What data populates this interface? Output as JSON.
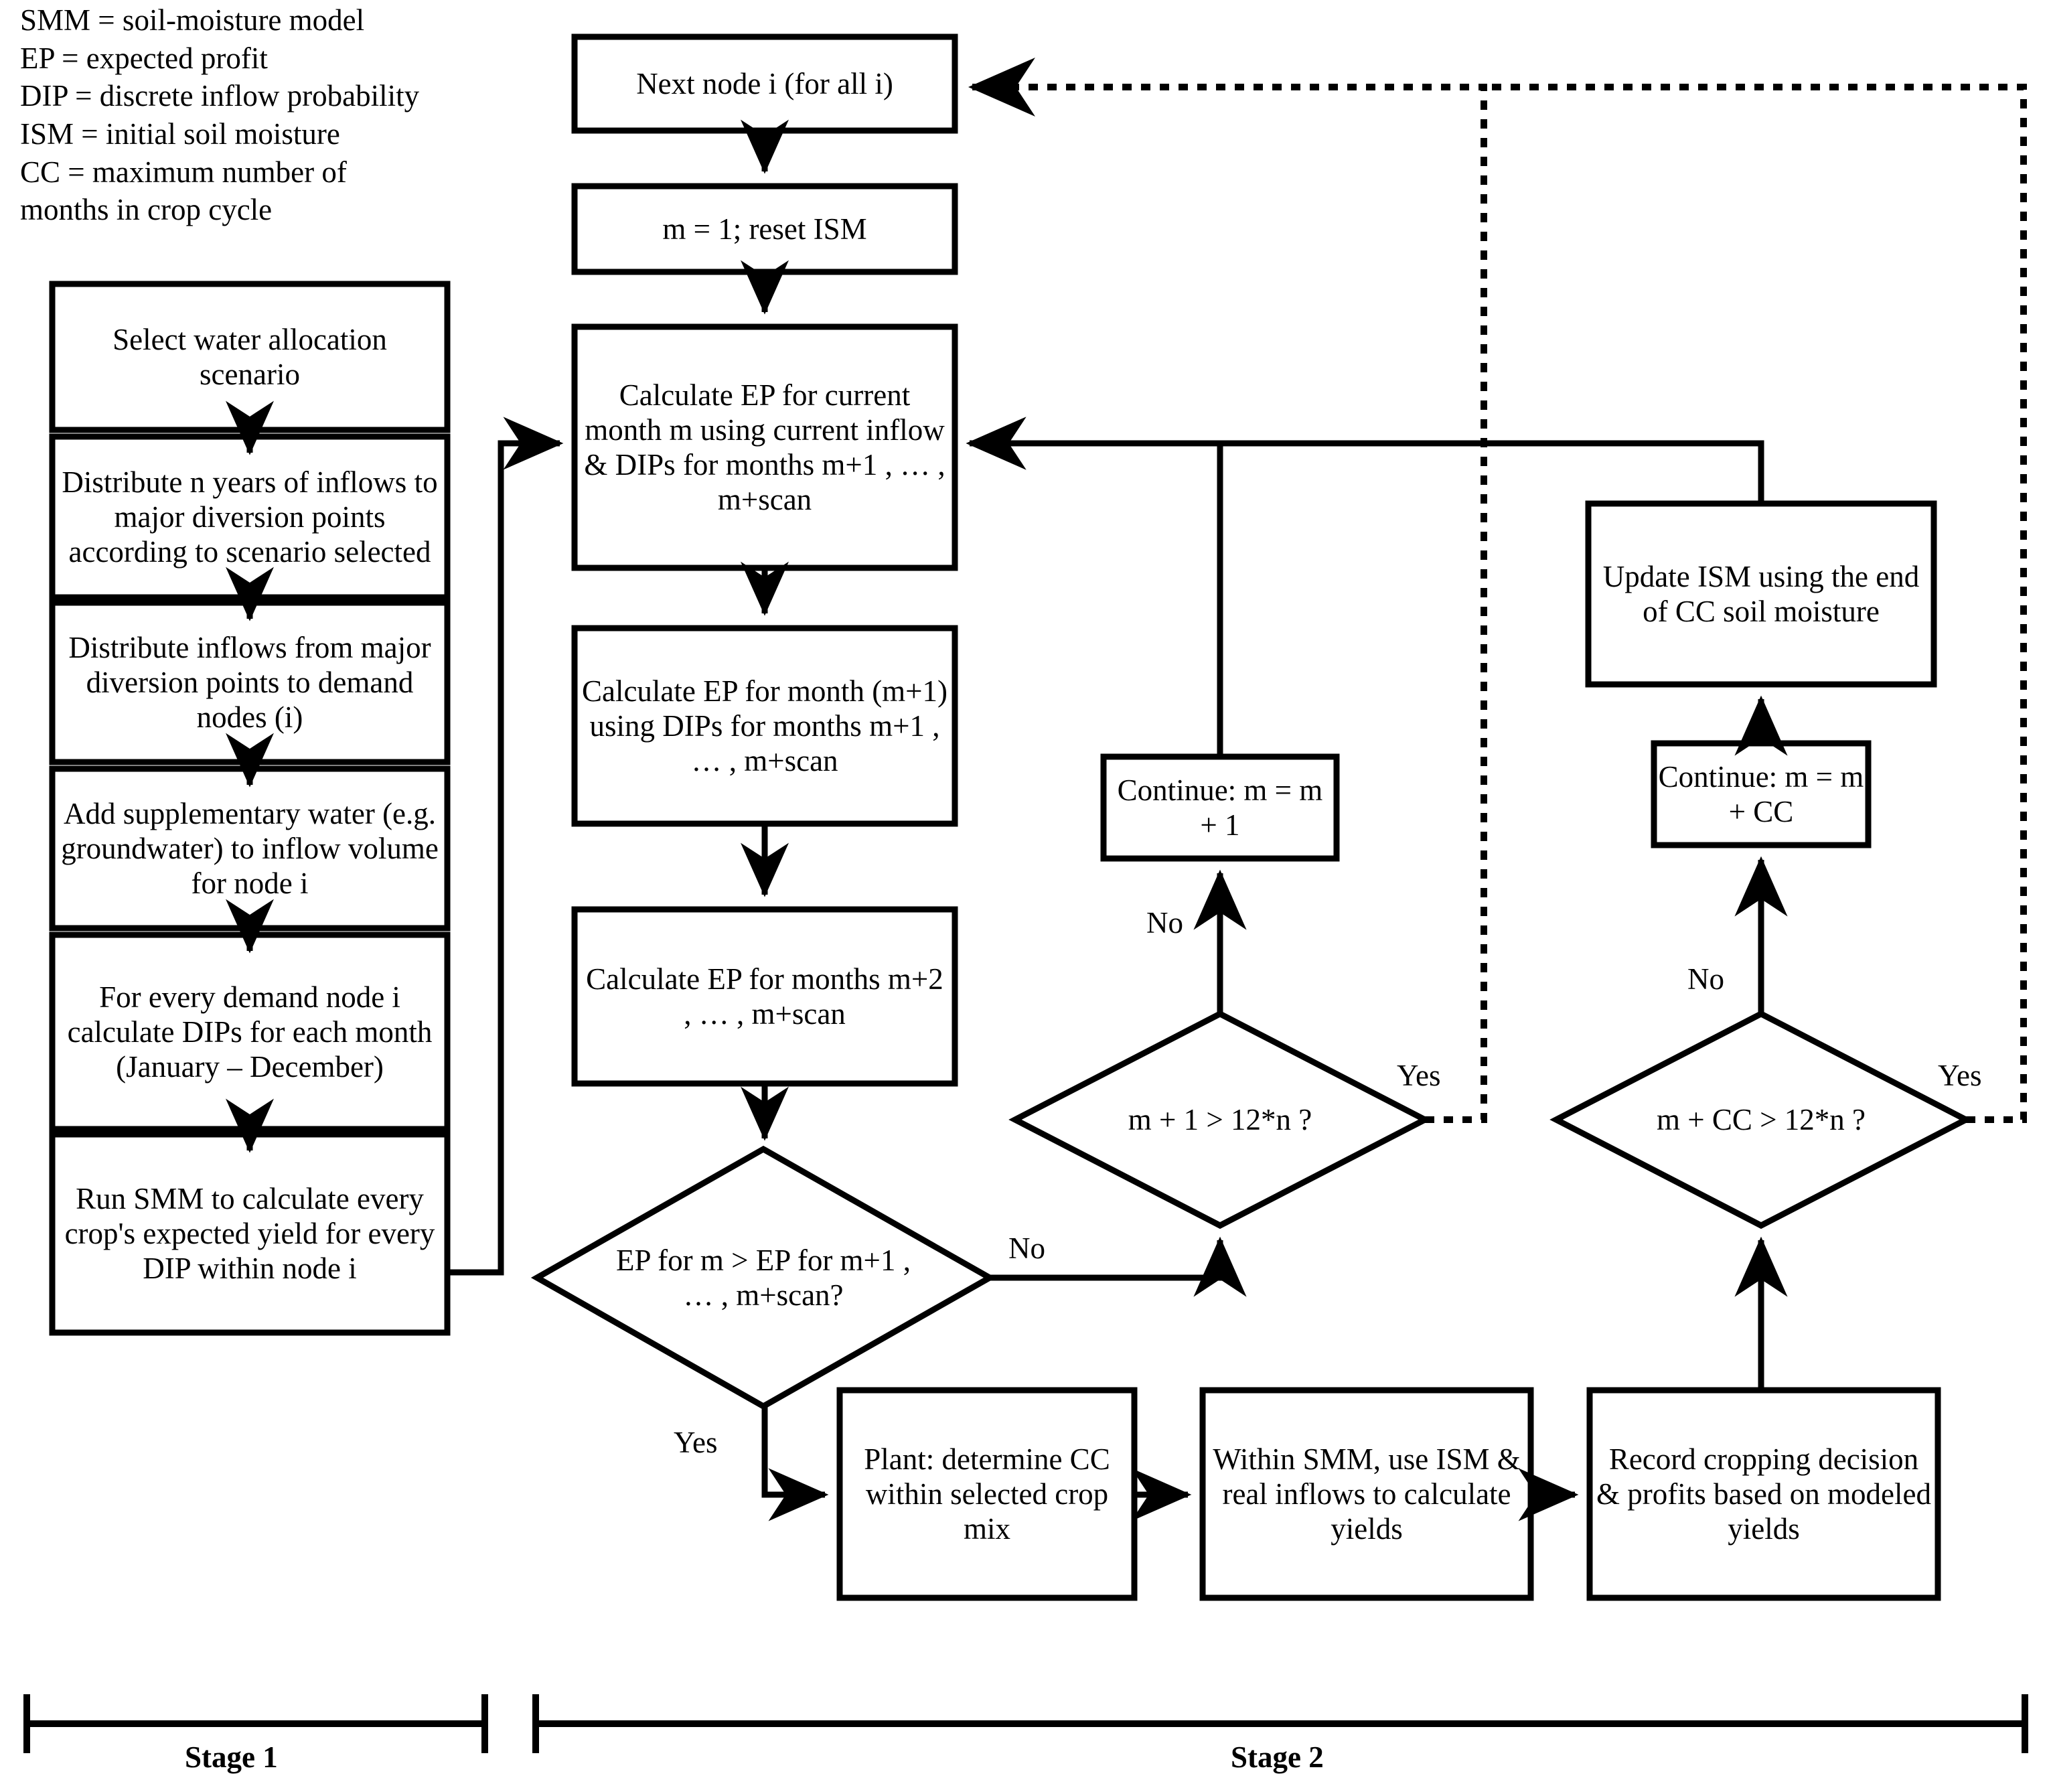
{
  "diagram": {
    "title_absent": true,
    "legend": [
      "SMM = soil-moisture model",
      "EP = expected profit",
      "DIP = discrete inflow probability",
      "ISM = initial soil moisture",
      "CC = maximum number of",
      "months in crop cycle"
    ],
    "stage_labels": {
      "stage1": "Stage 1",
      "stage2": "Stage 2"
    },
    "nodes": {
      "select_scenario": "Select water allocation scenario",
      "distribute_years": "Distribute n years of inflows to major diversion points according to scenario selected",
      "distribute_inflows": "Distribute inflows from major diversion points to demand nodes (i)",
      "add_supplementary": "Add supplementary water (e.g. groundwater) to inflow volume for node i",
      "calc_dips": "For every demand node i calculate DIPs for each month (January – December)",
      "run_smm": "Run SMM to calculate every crop's expected yield for every DIP within node i",
      "next_node": "Next node i (for all i)",
      "init_m": "m = 1; reset ISM",
      "calc_ep_m": "Calculate EP for current month m using current inflow & DIPs for months m+1 , … , m+scan",
      "calc_ep_m1": "Calculate EP for month (m+1) using DIPs for months m+1 , … , m+scan",
      "calc_ep_m2": "Calculate EP for months m+2 , … , m+scan",
      "decision_ep": "EP for m > EP for m+1 , … , m+scan?",
      "decision_m1": "m + 1 > 12*n ?",
      "decision_mcc": "m + CC > 12*n ?",
      "continue_m1": "Continue: m = m + 1",
      "continue_mcc": "Continue: m = m + CC",
      "update_ism": "Update ISM using the end of CC soil moisture",
      "plant": "Plant: determine CC within selected crop mix",
      "within_smm": "Within SMM, use ISM & real inflows to calculate yields",
      "record": "Record cropping decision & profits based on modeled yields"
    },
    "edge_labels": {
      "ep_no": "No",
      "ep_yes": "Yes",
      "m1_no": "No",
      "m1_yes": "Yes",
      "mcc_no": "No",
      "mcc_yes": "Yes"
    },
    "colors": {
      "stroke": "#000000",
      "fill": "#ffffff",
      "text": "#000000"
    }
  }
}
